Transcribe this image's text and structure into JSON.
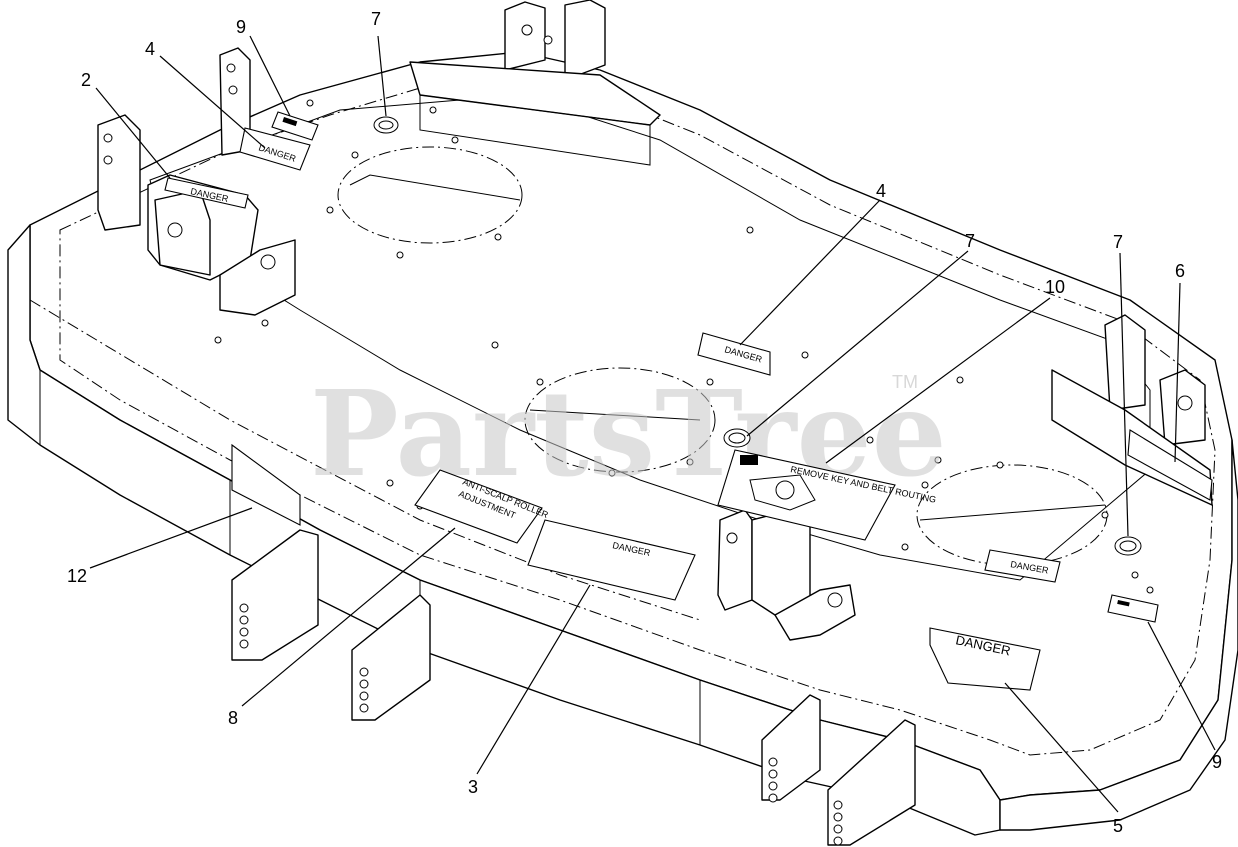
{
  "watermark": {
    "text": "PartsTree",
    "tm": "TM"
  },
  "callouts": [
    {
      "id": "c2",
      "label": "2"
    },
    {
      "id": "c4a",
      "label": "4"
    },
    {
      "id": "c9a",
      "label": "9"
    },
    {
      "id": "c7a",
      "label": "7"
    },
    {
      "id": "c4b",
      "label": "4"
    },
    {
      "id": "c7b",
      "label": "7"
    },
    {
      "id": "c10",
      "label": "10"
    },
    {
      "id": "c7c",
      "label": "7"
    },
    {
      "id": "c6",
      "label": "6"
    },
    {
      "id": "c12",
      "label": "12"
    },
    {
      "id": "c8",
      "label": "8"
    },
    {
      "id": "c3",
      "label": "3"
    },
    {
      "id": "c5",
      "label": "5"
    },
    {
      "id": "c9b",
      "label": "9"
    }
  ],
  "decals": {
    "danger_word": "DANGER",
    "anti_scalp": [
      "ANTI-SCALP ROLLER",
      "ADJUSTMENT"
    ],
    "routing_title": "REMOVE KEY AND BELT ROUTING"
  }
}
